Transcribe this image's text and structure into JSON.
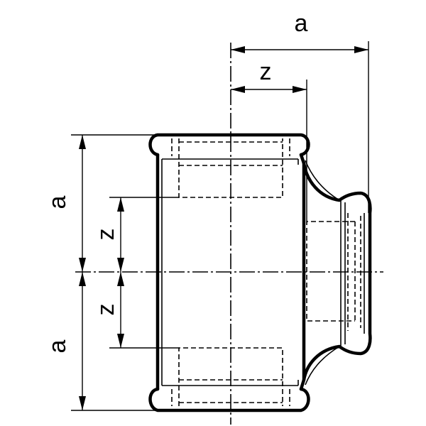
{
  "drawing": {
    "subject": "pipe-tee-fitting",
    "dimensions": {
      "a_top": "a",
      "z_top": "z",
      "a_upper_left": "a",
      "z_upper_left": "z",
      "z_lower_left": "z",
      "a_lower_left": "a"
    }
  }
}
